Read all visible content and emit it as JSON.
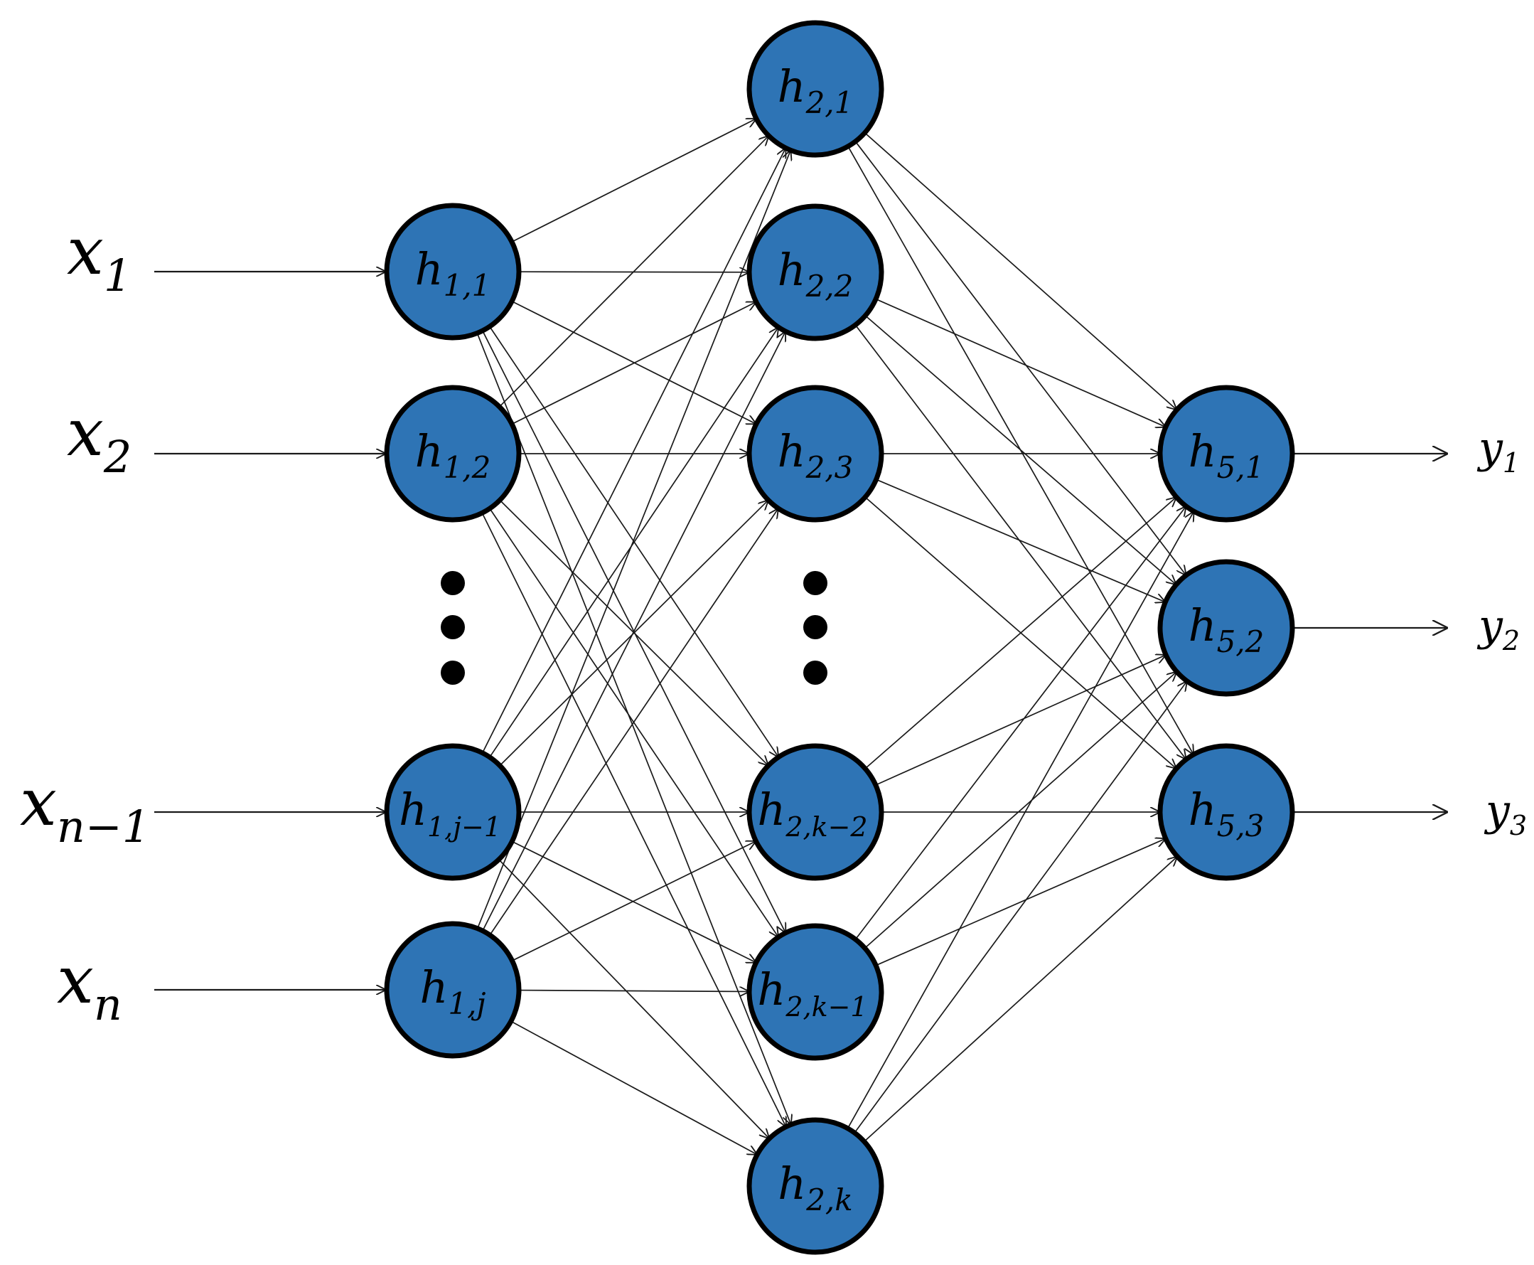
{
  "colors": {
    "node_fill": "#2e74b5",
    "node_stroke": "#000000",
    "edge": "#1a1a1a",
    "background": "#ffffff"
  },
  "inputs": [
    {
      "base": "x",
      "sub": "1"
    },
    {
      "base": "x",
      "sub": "2"
    },
    {
      "base": "x",
      "sub": "n−1"
    },
    {
      "base": "x",
      "sub": "n"
    }
  ],
  "layer1": [
    {
      "base": "h",
      "sub": "1,1"
    },
    {
      "base": "h",
      "sub": "1,2"
    },
    {
      "base": "h",
      "sub": "1,j−1"
    },
    {
      "base": "h",
      "sub": "1,j"
    }
  ],
  "layer2": [
    {
      "base": "h",
      "sub": "2,1"
    },
    {
      "base": "h",
      "sub": "2,2"
    },
    {
      "base": "h",
      "sub": "2,3"
    },
    {
      "base": "h",
      "sub": "2,k−2"
    },
    {
      "base": "h",
      "sub": "2,k−1"
    },
    {
      "base": "h",
      "sub": "2,k"
    }
  ],
  "layer5": [
    {
      "base": "h",
      "sub": "5,1"
    },
    {
      "base": "h",
      "sub": "5,2"
    },
    {
      "base": "h",
      "sub": "5,3"
    }
  ],
  "outputs": [
    {
      "base": "y",
      "sub": "1"
    },
    {
      "base": "y",
      "sub": "2"
    },
    {
      "base": "y",
      "sub": "3"
    }
  ],
  "ellipsis_columns": [
    "layer1",
    "layer2"
  ]
}
